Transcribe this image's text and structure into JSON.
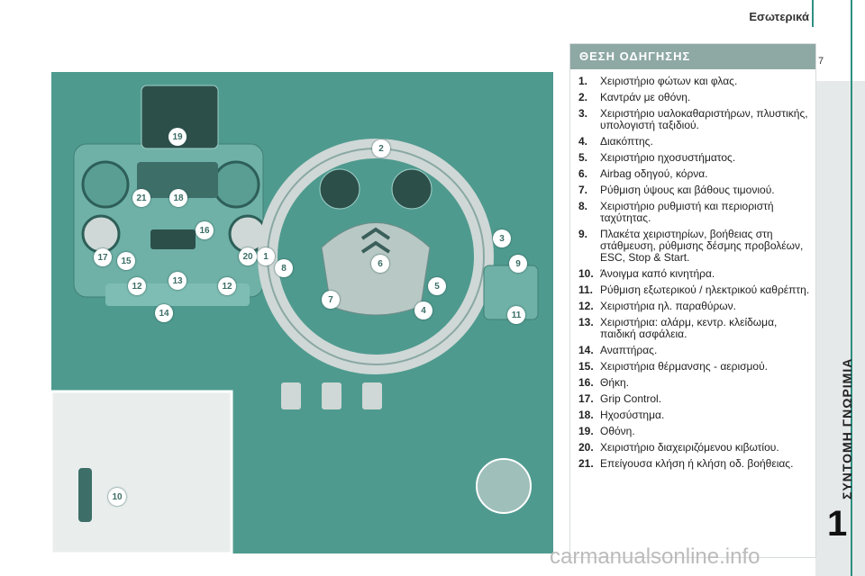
{
  "header": {
    "section_title": "Εσωτερικά",
    "page_number": "7"
  },
  "sidebar": {
    "chapter_title": "ΣΥΝΤΟΜΗ ΓΝΩΡΙΜΙΑ",
    "chapter_number": "1"
  },
  "panel": {
    "title": "ΘΕΣΗ ΟΔΗΓΗΣΗΣ",
    "items": [
      {
        "num": "1.",
        "text": "Χειριστήριο φώτων και φλας."
      },
      {
        "num": "2.",
        "text": "Καντράν με οθόνη."
      },
      {
        "num": "3.",
        "text": "Χειριστήριο υαλοκαθαριστήρων, πλυστικής, υπολογιστή ταξιδιού."
      },
      {
        "num": "4.",
        "text": "Διακόπτης."
      },
      {
        "num": "5.",
        "text": "Χειριστήριο ηχοσυστήματος."
      },
      {
        "num": "6.",
        "text": "Airbag οδηγού, κόρνα."
      },
      {
        "num": "7.",
        "text": "Ρύθμιση ύψους και βάθους τιμονιού."
      },
      {
        "num": "8.",
        "text": "Χειριστήριο ρυθμιστή και περιοριστή ταχύτητας."
      },
      {
        "num": "9.",
        "text": "Πλακέτα χειριστηρίων, βοήθειας στη στάθμευση, ρύθμισης δέσμης προβολέων, ESC, Stop & Start."
      },
      {
        "num": "10.",
        "text": "Άνοιγμα καπό κινητήρα."
      },
      {
        "num": "11.",
        "text": "Ρύθμιση εξωτερικού / ηλεκτρικού καθρέπτη."
      },
      {
        "num": "12.",
        "text": "Χειριστήρια ηλ. παραθύρων."
      },
      {
        "num": "13.",
        "text": "Χειριστήρια: αλάρμ, κεντρ. κλείδωμα, παιδική ασφάλεια."
      },
      {
        "num": "14.",
        "text": "Αναπτήρας."
      },
      {
        "num": "15.",
        "text": "Χειριστήρια θέρμανσης - αερισμού."
      },
      {
        "num": "16.",
        "text": "Θήκη."
      },
      {
        "num": "17.",
        "text": "Grip Control."
      },
      {
        "num": "18.",
        "text": "Ηχοσύστημα."
      },
      {
        "num": "19.",
        "text": "Οθόνη."
      },
      {
        "num": "20.",
        "text": "Χειριστήριο διαχειριζόμενου κιβωτίου."
      },
      {
        "num": "21.",
        "text": "Επείγουσα κλήση ή κλήση οδ. βοήθειας."
      }
    ]
  },
  "callouts": [
    "1",
    "2",
    "3",
    "4",
    "5",
    "6",
    "7",
    "8",
    "9",
    "10",
    "11",
    "12",
    "12",
    "13",
    "14",
    "15",
    "16",
    "17",
    "18",
    "19",
    "20",
    "21"
  ],
  "watermark": "carmanualsonline.info",
  "colors": {
    "accent": "#2f8f83",
    "illustration_bg": "#4f9a8f",
    "panel_header": "#8ea8a4"
  }
}
